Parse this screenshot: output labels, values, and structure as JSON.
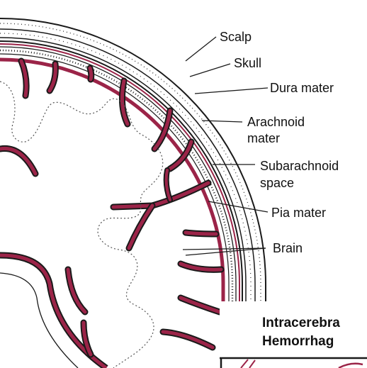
{
  "labels": {
    "scalp": "Scalp",
    "skull": "Skull",
    "dura_mater": "Dura mater",
    "arachnoid_mater": [
      "Arachnoid",
      "mater"
    ],
    "subarachnoid_space": [
      "Subarachnoid",
      "space"
    ],
    "pia_mater": "Pia mater",
    "brain": "Brain"
  },
  "inset": {
    "title_line1": "Intracerebra",
    "title_line2": "Hemorrhag"
  },
  "colors": {
    "pia": "#9b2448",
    "outline": "#1a1a1a",
    "background": "#ffffff"
  }
}
